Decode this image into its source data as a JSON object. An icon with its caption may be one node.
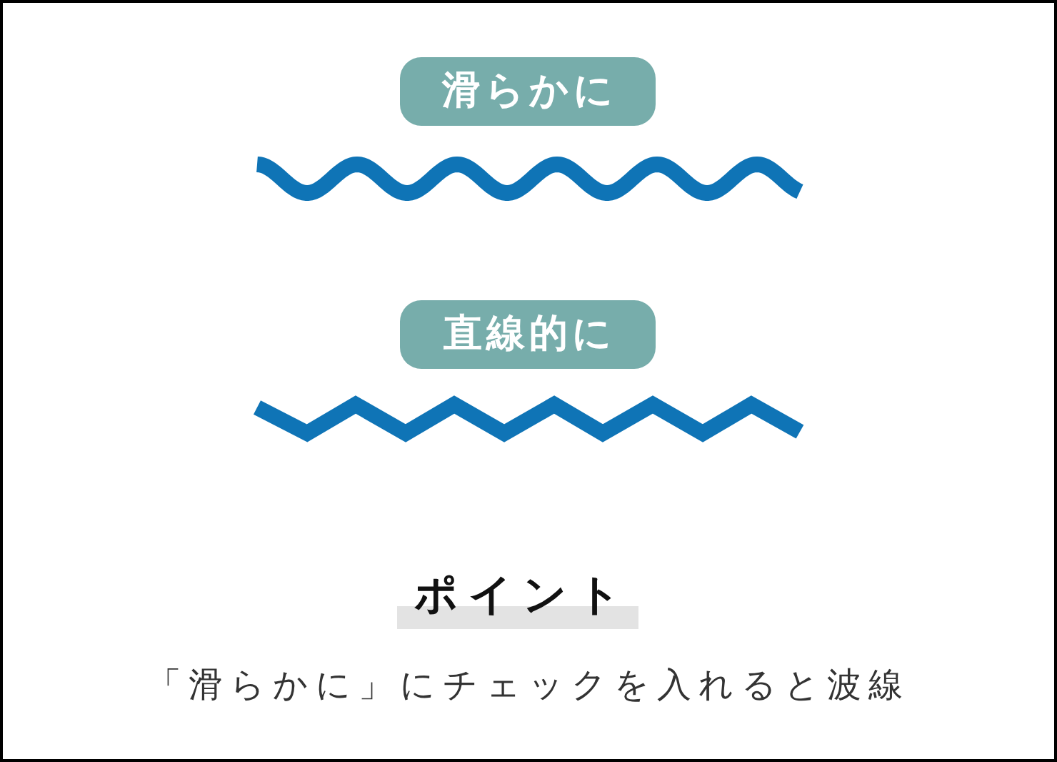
{
  "diagram": {
    "nodes": [
      {
        "text": [
          "滑らかに"
        ]
      },
      {
        "text": [
          "直線的に"
        ]
      }
    ],
    "labels": [
      "ポイント",
      "「滑らかに」にチェックを入れると波線"
    ]
  }
}
